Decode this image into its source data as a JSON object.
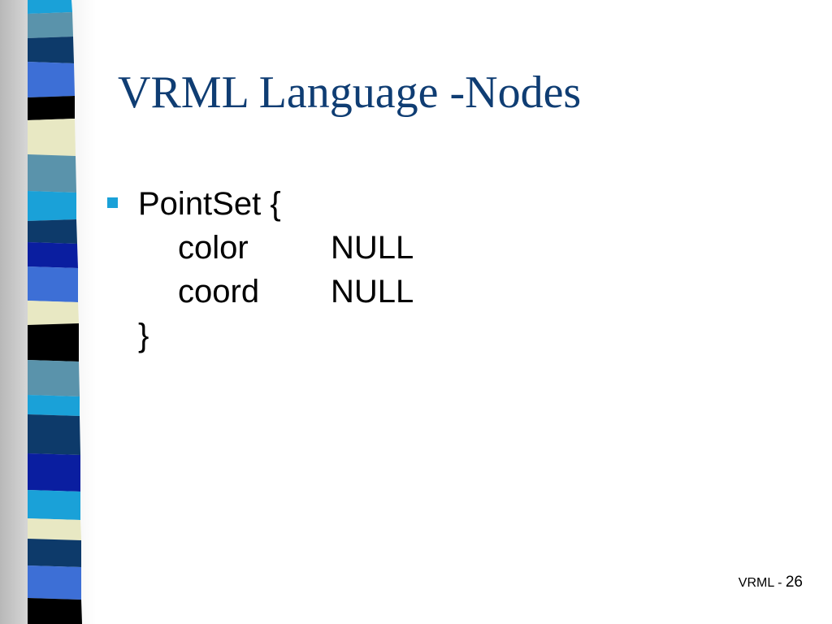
{
  "slide": {
    "title": "VRML Language -Nodes",
    "bullet": {
      "node_line": "PointSet {",
      "fields": [
        {
          "name": "color",
          "value": "NULL"
        },
        {
          "name": "coord",
          "value": "NULL"
        }
      ],
      "closing": "}"
    },
    "footer": {
      "label": "VRML - ",
      "page_number": "26"
    }
  },
  "colors": {
    "title": "#0f3d73",
    "bullet": "#1aa1d8",
    "strip": [
      "#1aa1d8",
      "#5a93ab",
      "#0d3a6a",
      "#3d6fd6",
      "#000000",
      "#e8e8c3",
      "#0a1ea0"
    ]
  }
}
